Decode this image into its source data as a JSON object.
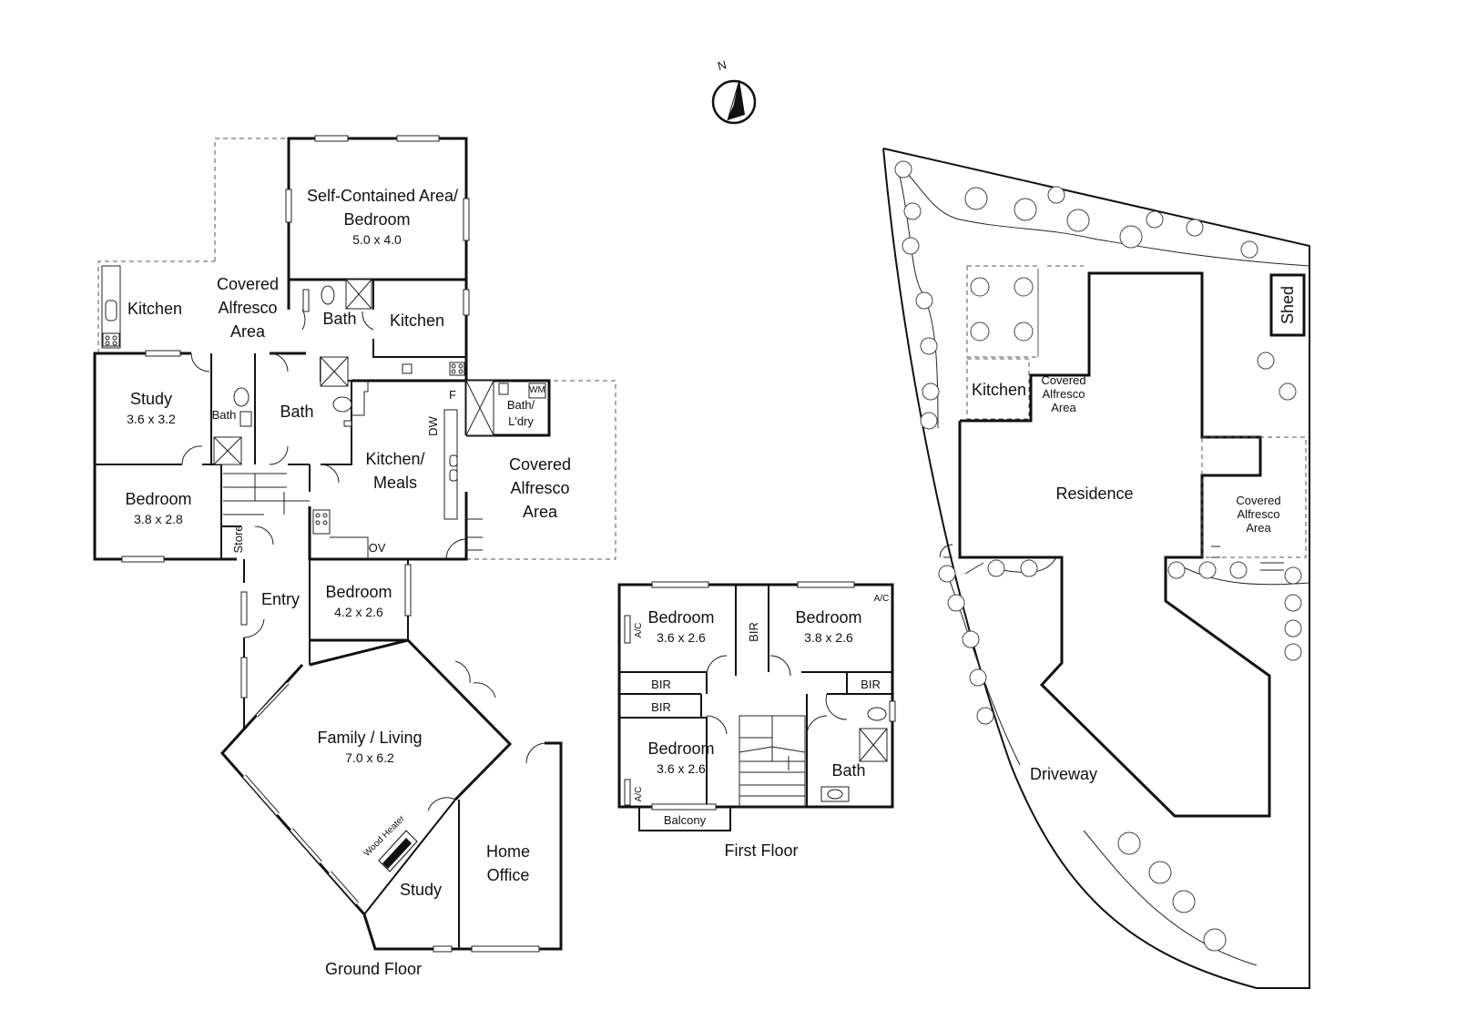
{
  "compass": {
    "label": "N"
  },
  "ground_floor": {
    "title": "Ground Floor",
    "self_contained": {
      "line1": "Self-Contained Area/",
      "line2": "Bedroom",
      "dim": "5.0 x 4.0"
    },
    "kitchen_left": "Kitchen",
    "covered_alfresco_top": {
      "line1": "Covered",
      "line2": "Alfresco",
      "line3": "Area"
    },
    "bath_top": "Bath",
    "kitchen_top": "Kitchen",
    "study": {
      "label": "Study",
      "dim": "3.6 x 3.2"
    },
    "bath_small": "Bath",
    "bath_mid": "Bath",
    "fridge": "F",
    "dishwasher": "DW",
    "bath_ldry": {
      "line1": "Bath/",
      "line2": "L'dry"
    },
    "washing_machine": "WM",
    "kitchen_meals": {
      "line1": "Kitchen/",
      "line2": "Meals"
    },
    "covered_alfresco_right": {
      "line1": "Covered",
      "line2": "Alfresco",
      "line3": "Area"
    },
    "bedroom_left": {
      "label": "Bedroom",
      "dim": "3.8 x 2.8"
    },
    "store": "Store",
    "oven": "OV",
    "entry": "Entry",
    "bedroom_mid": {
      "label": "Bedroom",
      "dim": "4.2 x 2.6"
    },
    "family_living": {
      "label": "Family / Living",
      "dim": "7.0 x 6.2"
    },
    "wood_heater": "Wood Heater",
    "study_lower": "Study",
    "home_office": {
      "line1": "Home",
      "line2": "Office"
    }
  },
  "first_floor": {
    "title": "First Floor",
    "bedroom1": {
      "label": "Bedroom",
      "dim": "3.6 x 2.6"
    },
    "bedroom2": {
      "label": "Bedroom",
      "dim": "3.8 x 2.6"
    },
    "bedroom3": {
      "label": "Bedroom",
      "dim": "3.6 x 2.6"
    },
    "bir": "BIR",
    "ac": "A/C",
    "bath": "Bath",
    "balcony": "Balcony"
  },
  "site": {
    "kitchen": "Kitchen",
    "covered_alfresco_top": {
      "line1": "Covered",
      "line2": "Alfresco",
      "line3": "Area"
    },
    "shed": "Shed",
    "residence": "Residence",
    "covered_alfresco_right": {
      "line1": "Covered",
      "line2": "Alfresco",
      "line3": "Area"
    },
    "driveway": "Driveway"
  }
}
